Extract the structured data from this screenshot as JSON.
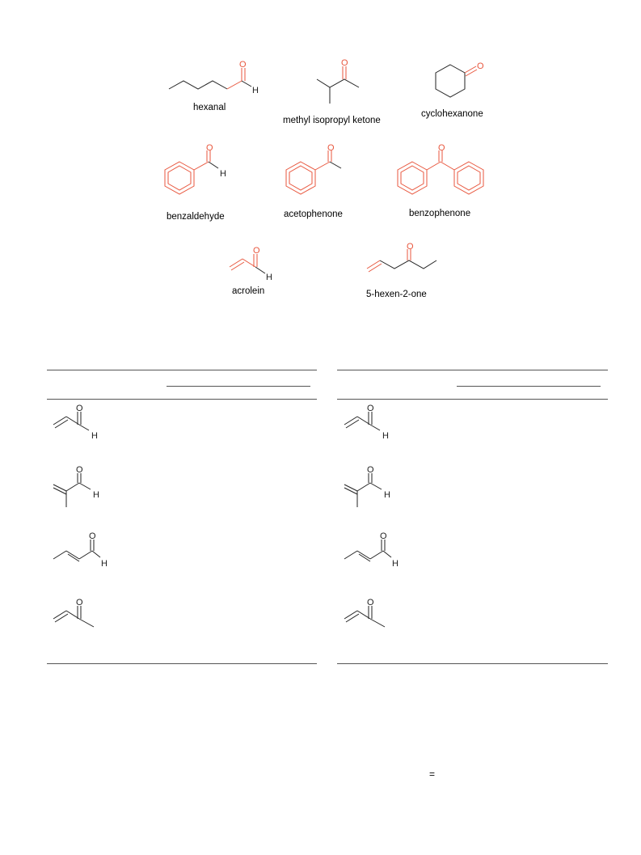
{
  "figure": {
    "molecules": [
      {
        "id": "hexanal",
        "label": "hexanal"
      },
      {
        "id": "mipk",
        "label": "methyl isopropyl ketone"
      },
      {
        "id": "cyclohexanone",
        "label": "cyclohexanone"
      },
      {
        "id": "benzaldehyde",
        "label": "benzaldehyde"
      },
      {
        "id": "acetophenone",
        "label": "acetophenone"
      },
      {
        "id": "benzophenone",
        "label": "benzophenone"
      },
      {
        "id": "acrolein",
        "label": "acrolein"
      },
      {
        "id": "hexenone",
        "label": "5-hexen-2-one"
      }
    ],
    "atoms": {
      "oxygen": "O",
      "hydrogen": "H"
    },
    "colors": {
      "highlight": "#e8563d",
      "bond": "#222222",
      "rule": "#555555"
    }
  },
  "tables": [
    {
      "id": "left",
      "rows": [
        "acrolein",
        "methacrolein",
        "crotonaldehyde",
        "methyl vinyl ketone"
      ]
    },
    {
      "id": "right",
      "rows": [
        "acrolein",
        "methacrolein",
        "crotonaldehyde",
        "methyl vinyl ketone"
      ]
    }
  ],
  "footer": {
    "equals_sign": "="
  }
}
